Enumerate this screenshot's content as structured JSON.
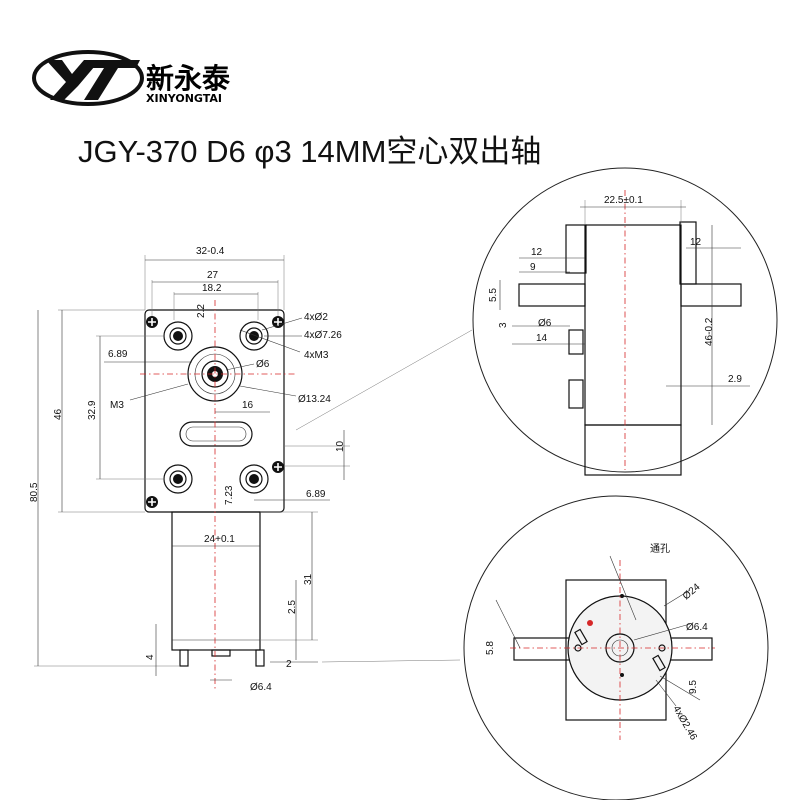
{
  "header": {
    "brand_cn": "新永泰",
    "brand_en": "XINYONGTAI",
    "title": "JGY-370 D6 φ3 14MM空心双出轴"
  },
  "colors": {
    "centerline": "#d62728",
    "ink": "#111111",
    "dim": "#333333"
  },
  "front_view": {
    "overall_width": "32-0.4",
    "hole_pitch_x": "27",
    "inner_pitch": "18.2",
    "small_tick": "2.2",
    "hole_diameter": "4xØ2",
    "counterbore": "4xØ7.26",
    "thread": "4xM3",
    "left_offset": "6.89",
    "shaft_d": "Ø6",
    "boss_d": "Ø13.24",
    "pitch_y": "32.9",
    "thread_label": "M3",
    "height": "46",
    "offset_16": "16",
    "slot_height": "10",
    "bottom_offset": "7.23",
    "right_offset": "6.89",
    "total_height": "80.5",
    "motor_width": "24+0.1",
    "motor_len": "31",
    "motor_2_5": "2.5",
    "term_4": "4",
    "term_2": "2",
    "bottom_shaft": "Ø6.4"
  },
  "side_detail": {
    "width": "22.5±0.1",
    "left_12": "12",
    "left_9": "9",
    "right_12": "12",
    "d55": "5.5",
    "d3": "3",
    "shaft_d": "Ø6",
    "d14": "14",
    "height": "46-0.2",
    "d29": "2.9"
  },
  "end_detail": {
    "through_hole": "通孔",
    "d24": "Ø24",
    "d64": "Ø6.4",
    "d58": "5.8",
    "d95": "9.5",
    "holes": "4xØ2.46"
  }
}
